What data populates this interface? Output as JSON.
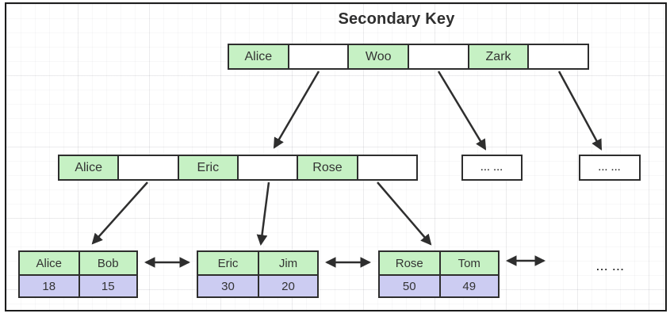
{
  "title": "Secondary Key",
  "colors": {
    "key_fill": "#c6f1c4",
    "value_fill": "#ccccf2",
    "border": "#2e2e2e",
    "arrow": "#2e2e2e",
    "text": "#333333"
  },
  "root": {
    "cells": [
      "Alice",
      "",
      "Woo",
      "",
      "Zark",
      ""
    ]
  },
  "internal": {
    "cells": [
      "Alice",
      "",
      "Eric",
      "",
      "Rose",
      ""
    ]
  },
  "collapsed_nodes": [
    {
      "label": "... ..."
    },
    {
      "label": "... ..."
    }
  ],
  "leaves": [
    {
      "keys": [
        "Alice",
        "Bob"
      ],
      "values": [
        "18",
        "15"
      ]
    },
    {
      "keys": [
        "Eric",
        "Jim"
      ],
      "values": [
        "30",
        "20"
      ]
    },
    {
      "keys": [
        "Rose",
        "Tom"
      ],
      "values": [
        "50",
        "49"
      ]
    }
  ],
  "more_leaves_label": "... ..."
}
